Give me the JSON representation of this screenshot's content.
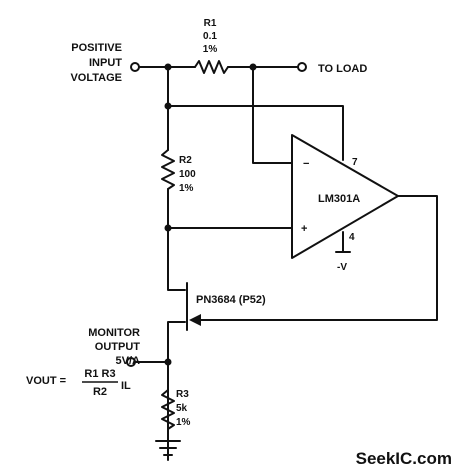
{
  "labels": {
    "positive_input": [
      "POSITIVE",
      "INPUT",
      "VOLTAGE"
    ],
    "to_load": "TO LOAD",
    "r1": {
      "name": "R1",
      "value": "0.1",
      "tol": "1%"
    },
    "r2": {
      "name": "R2",
      "value": "100",
      "tol": "1%"
    },
    "r3": {
      "name": "R3",
      "value": "5k",
      "tol": "1%"
    },
    "opamp": {
      "part": "LM301A",
      "minus": "−",
      "plus": "+",
      "pin7": "7",
      "pin4": "4",
      "neg_supply": "-V"
    },
    "fet": "PN3684 (P52)",
    "monitor": [
      "MONITOR",
      "OUTPUT",
      "5V/A"
    ],
    "formula": {
      "lhs": "VOUT =",
      "num": "R1 R3",
      "den": "R2",
      "tail": "IL"
    },
    "watermark": "SeekIC.com"
  },
  "colors": {
    "ink": "#111111",
    "background": "#ffffff"
  }
}
